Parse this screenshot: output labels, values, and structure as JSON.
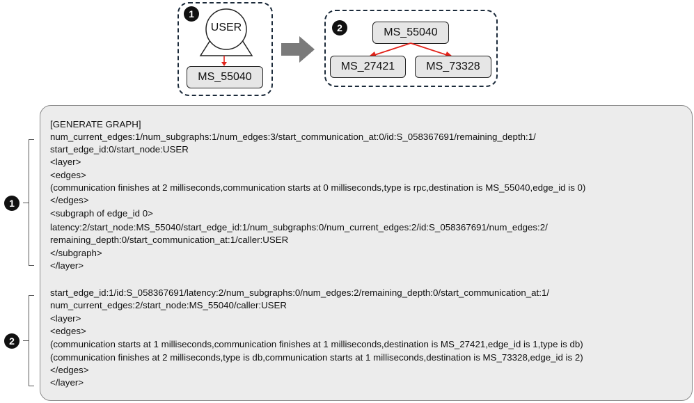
{
  "top": {
    "panel1": {
      "badge": "1",
      "user_label": "USER",
      "node": "MS_55040"
    },
    "panel2": {
      "badge": "2",
      "root": "MS_55040",
      "left_child": "MS_27421",
      "right_child": "MS_73328"
    },
    "colors": {
      "edge": "#e2231a",
      "arrow": "#7a7a7a",
      "dash": "#1b2a3a"
    }
  },
  "text": {
    "lines": [
      "[GENERATE GRAPH]",
      "num_current_edges:1/num_subgraphs:1/num_edges:3/start_communication_at:0/id:S_058367691/remaining_depth:1/",
      "start_edge_id:0/start_node:USER",
      "<layer>",
      "<edges>",
      "(communication finishes at 2 milliseconds,communication starts at 0 milliseconds,type is rpc,destination is MS_55040,edge_id is 0)",
      "</edges>",
      "<subgraph of edge_id 0>",
      "latency:2/start_node:MS_55040/start_edge_id:1/num_subgraphs:0/num_current_edges:2/id:S_058367691/num_edges:2/",
      "remaining_depth:0/start_communication_at:1/caller:USER",
      "</subgraph>",
      "</layer>",
      "start_edge_id:1/id:S_058367691/latency:2/num_subgraphs:0/num_edges:2/remaining_depth:0/start_communication_at:1/",
      "num_current_edges:2/start_node:MS_55040/caller:USER",
      "<layer>",
      "<edges>",
      "(communication starts at 1 milliseconds,communication finishes at 1 milliseconds,destination is MS_27421,edge_id is 1,type is db)",
      "(communication finishes at 2 milliseconds,type is db,communication starts at 1 milliseconds,destination is MS_73328,edge_id is 2)",
      "</edges>",
      "</layer>"
    ],
    "brace_labels": [
      "1",
      "2"
    ]
  }
}
